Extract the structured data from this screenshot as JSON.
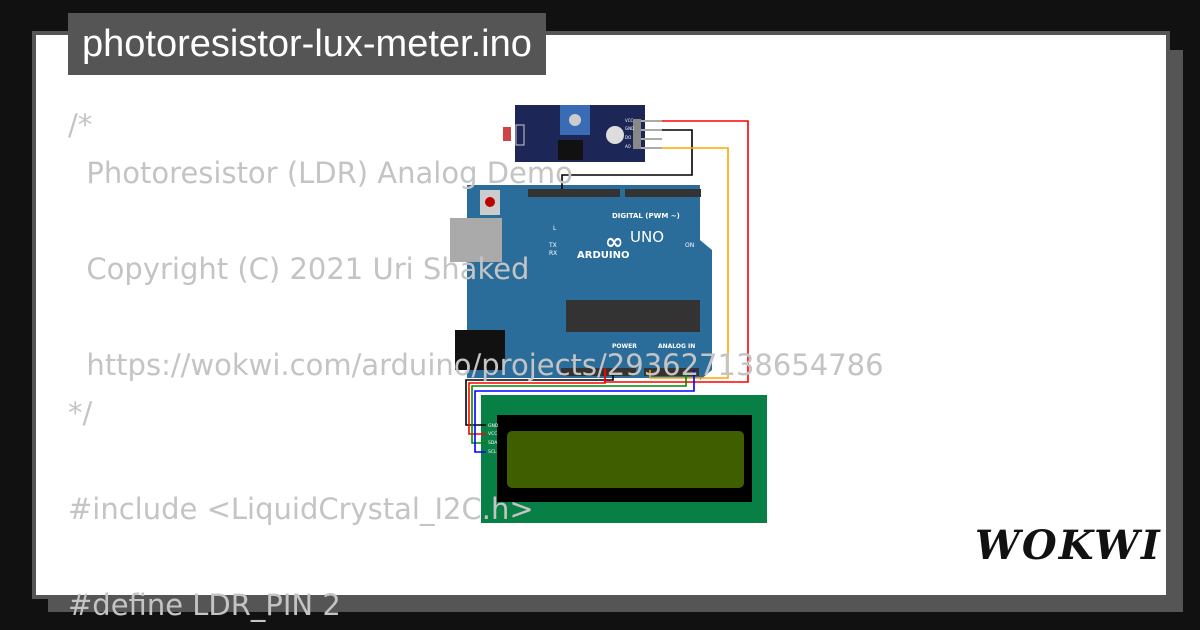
{
  "title": "photoresistor-lux-meter.ino",
  "code_lines": [
    "/*",
    "  Photoresistor (LDR) Analog Demo",
    "",
    "  Copyright (C) 2021 Uri Shaked",
    "",
    "  https://wokwi.com/arduino/projects/293627138654786",
    "*/",
    "",
    "#include <LiquidCrystal_I2C.h>",
    "",
    "#define LDR_PIN 2"
  ],
  "diagram": {
    "board_labels": {
      "brand": "ARDUINO",
      "model": "UNO",
      "digital": "DIGITAL (PWM ~)",
      "power": "POWER",
      "analog": "ANALOG IN",
      "on": "ON",
      "l": "L",
      "tx": "TX",
      "rx": "RX"
    },
    "sensor_pins": [
      "VCC",
      "GND",
      "DO",
      "AO"
    ],
    "lcd_pins": [
      "GND",
      "VCC",
      "SDA",
      "SCL"
    ],
    "wire_colors": {
      "vcc": "#ff0000",
      "gnd": "#000000",
      "ao": "#ffa500",
      "sda": "#008000",
      "scl": "#0000ff"
    }
  },
  "brand": "WOKWI"
}
